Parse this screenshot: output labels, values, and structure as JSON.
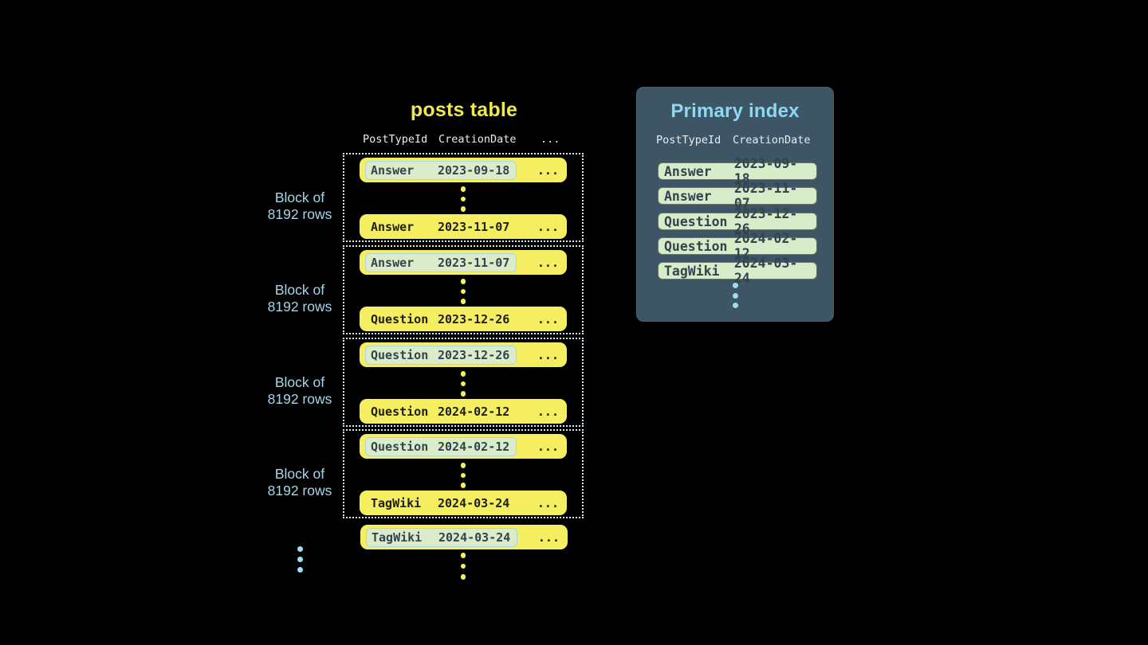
{
  "colors": {
    "background": "#000000",
    "yellow": "#F4EE60",
    "yellow_title": "#EFE94F",
    "highlight_fill": "#DCECCA",
    "highlight_border": "#A7D7E5",
    "panel_bg": "#3D5565",
    "panel_title": "#8CD9F2",
    "index_row_fill": "#D9ECC9",
    "header_text": "#E8EEF2",
    "block_label": "#A5D6EA",
    "blue_dot": "#A0DCF2",
    "dotted_border": "#D5ECF5",
    "row_text_dark": "#20201A",
    "slate_text": "#32444E"
  },
  "posts_table": {
    "title": "posts table",
    "headers": {
      "col1": "PostTypeId",
      "col2": "CreationDate",
      "col3": "..."
    },
    "blocks": [
      {
        "label_line1": "Block of",
        "label_line2": "8192 rows",
        "first": {
          "type": "Answer",
          "date": "2023-09-18",
          "more": "..."
        },
        "last": {
          "type": "Answer",
          "date": "2023-11-07",
          "more": "..."
        }
      },
      {
        "label_line1": "Block of",
        "label_line2": "8192 rows",
        "first": {
          "type": "Answer",
          "date": "2023-11-07",
          "more": "..."
        },
        "last": {
          "type": "Question",
          "date": "2023-12-26",
          "more": "..."
        }
      },
      {
        "label_line1": "Block of",
        "label_line2": "8192 rows",
        "first": {
          "type": "Question",
          "date": "2023-12-26",
          "more": "..."
        },
        "last": {
          "type": "Question",
          "date": "2024-02-12",
          "more": "..."
        }
      },
      {
        "label_line1": "Block of",
        "label_line2": "8192 rows",
        "first": {
          "type": "Question",
          "date": "2024-02-12",
          "more": "..."
        },
        "last": {
          "type": "TagWiki",
          "date": "2024-03-24",
          "more": "..."
        }
      }
    ],
    "trailing_row": {
      "type": "TagWiki",
      "date": "2024-03-24",
      "more": "..."
    }
  },
  "primary_index": {
    "title": "Primary index",
    "headers": {
      "col1": "PostTypeId",
      "col2": "CreationDate"
    },
    "rows": [
      {
        "type": "Answer",
        "date": "2023-09-18"
      },
      {
        "type": "Answer",
        "date": "2023-11-07"
      },
      {
        "type": "Question",
        "date": "2023-12-26"
      },
      {
        "type": "Question",
        "date": "2024-02-12"
      },
      {
        "type": "TagWiki",
        "date": "2024-03-24"
      }
    ]
  }
}
